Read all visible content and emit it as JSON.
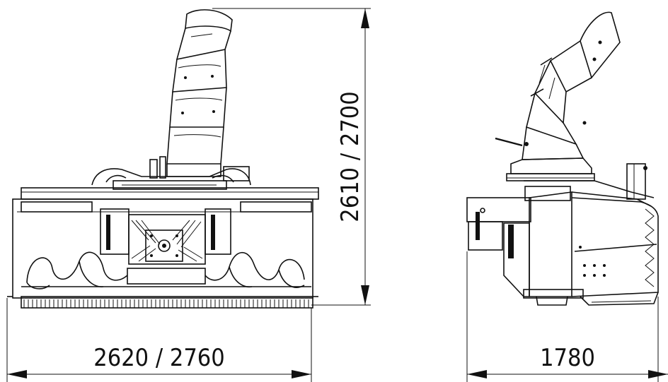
{
  "dimensions": {
    "front_width": "2620 / 2760",
    "front_height": "2610 / 2700",
    "side_width": "1780"
  }
}
